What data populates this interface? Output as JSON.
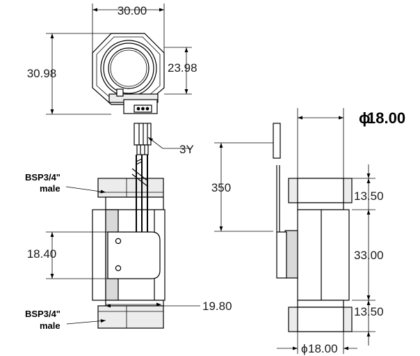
{
  "dimensions": {
    "top_width": "30.00",
    "top_height_across_corners": "30.98",
    "top_height_across_flats": "23.98",
    "wire_label": "3Y",
    "cable_length": "350",
    "side_diameter_top": "18.00",
    "side_thread_top": "13.50",
    "side_body_length": "33.00",
    "side_thread_bottom": "13.50",
    "side_diameter_bottom": "18.00",
    "front_sensor_height": "18.40",
    "front_thread_width": "19.80"
  },
  "labels": {
    "thread_top_line1": "BSP3/4\"",
    "thread_top_line2": "male",
    "thread_bottom_line1": "BSP3/4\"",
    "thread_bottom_line2": "male"
  },
  "symbols": {
    "diameter": "ϕ"
  }
}
